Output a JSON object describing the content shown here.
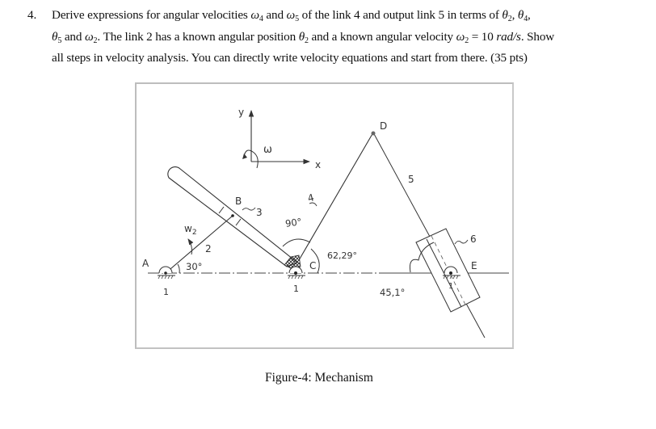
{
  "question": {
    "number": "4.",
    "line1": {
      "pre": "Derive expressions for angular velocities ",
      "w4": "ω",
      "w4_sub": "4",
      "mid1": " and ",
      "w5": "ω",
      "w5_sub": "5",
      "mid2": " of the link 4 and output link 5 in terms of ",
      "t2": "θ",
      "t2_sub": "2",
      "comma1": ", ",
      "t4": "θ",
      "t4_sub": "4",
      "comma2": ","
    },
    "line2": {
      "t5": "θ",
      "t5_sub": "5",
      "and": " and ",
      "w2": "ω",
      "w2_sub": "2",
      "text1": ". The link 2 has a known angular position ",
      "t2": "θ",
      "t2_sub": "2",
      "text2": " and a known angular velocity ",
      "w2b": "ω",
      "w2b_sub": "2",
      "eq": " = 10 ",
      "unit": "rad/s",
      "text3": ". Show"
    },
    "line3": "all steps in velocity analysis. You can directly write velocity equations and start from there. (35 pts)"
  },
  "figure": {
    "caption": "Figure-4: Mechanism",
    "labels": {
      "axis_y": "y",
      "axis_x": "x",
      "omega": "ω",
      "point_A": "A",
      "point_B": "B",
      "point_C": "C",
      "point_D": "D",
      "point_E": "E",
      "link_2": "2",
      "link_3": "3",
      "link_4": "4",
      "link_5": "5",
      "link_6": "6",
      "ground_A": "1",
      "ground_C": "1",
      "ground_E": "1",
      "omega2": "w",
      "omega2_sub": "2",
      "angle_A": "30°",
      "angle_C_top": "90°",
      "angle_C_right": "62,29°",
      "angle_E": "45,1°"
    }
  }
}
